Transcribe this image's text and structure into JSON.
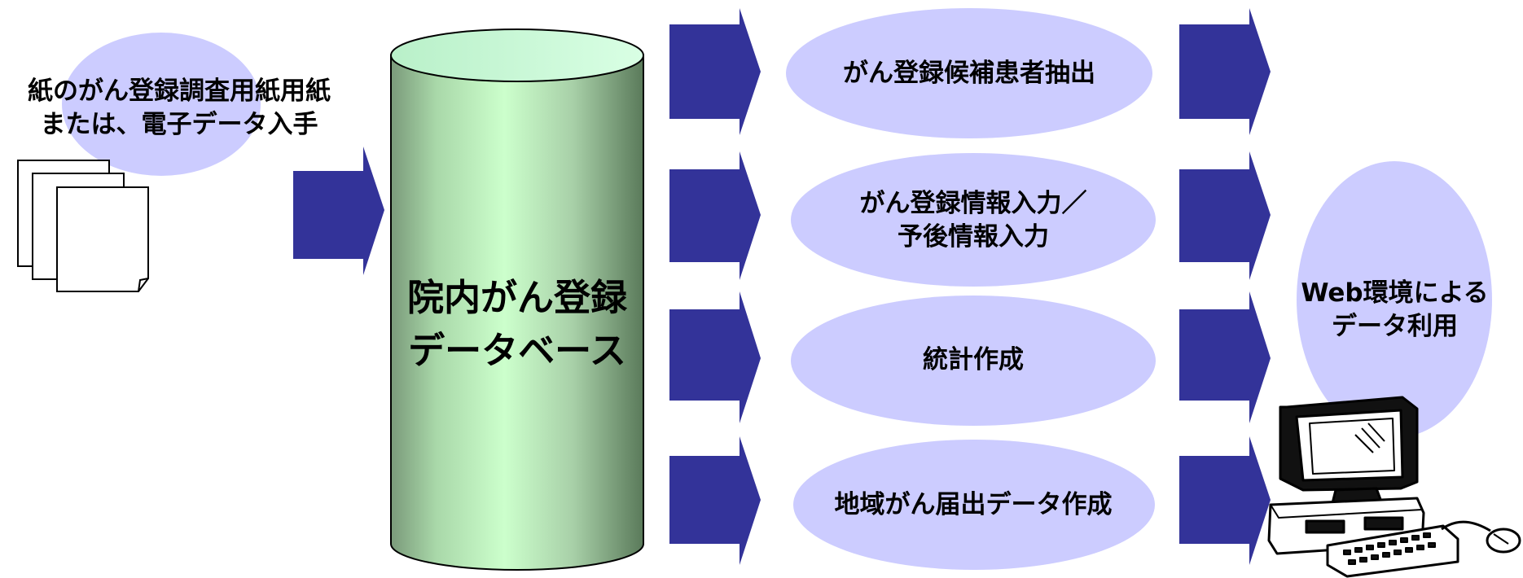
{
  "input": {
    "line1": "紙のがん登録調査用紙用紙",
    "line2": "または、電子データ入手"
  },
  "database": {
    "line1": "院内がん登録",
    "line2": "データベース"
  },
  "processes": [
    {
      "line1": "がん登録候補患者抽出",
      "line2": ""
    },
    {
      "line1": "がん登録情報入力／",
      "line2": "予後情報入力"
    },
    {
      "line1": "統計作成",
      "line2": ""
    },
    {
      "line1": "地域がん届出データ作成",
      "line2": ""
    }
  ],
  "output": {
    "line1": "Web環境による",
    "line2": "データ利用"
  },
  "colors": {
    "ellipse": "#ccccff",
    "arrow": "#333399",
    "cylinder_light": "#ccffcc",
    "cylinder_dark": "#5a7a5a"
  },
  "icons": [
    "documents-icon",
    "computer-icon"
  ]
}
